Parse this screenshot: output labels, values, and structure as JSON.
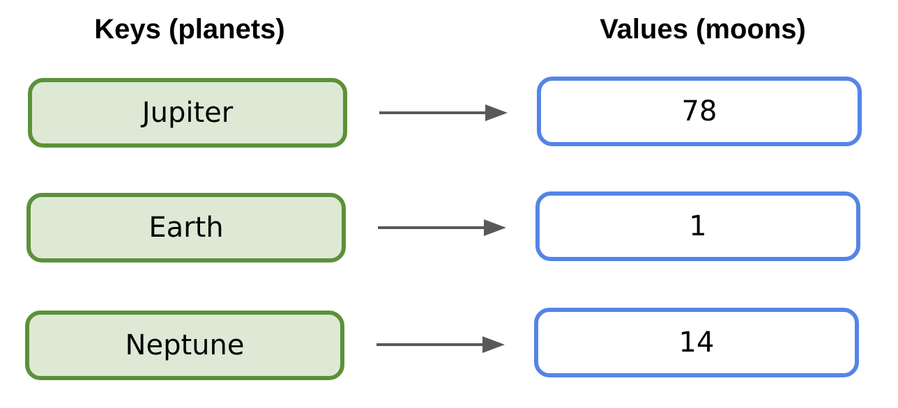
{
  "headers": {
    "keys": "Keys (planets)",
    "values": "Values (moons)"
  },
  "rows": [
    {
      "key": "Jupiter",
      "value": "78"
    },
    {
      "key": "Earth",
      "value": "1"
    },
    {
      "key": "Neptune",
      "value": "14"
    }
  ],
  "colors": {
    "key_fill": "#dde9d5",
    "key_border": "#5b9138",
    "value_border": "#5485e6",
    "arrow": "#595959"
  }
}
